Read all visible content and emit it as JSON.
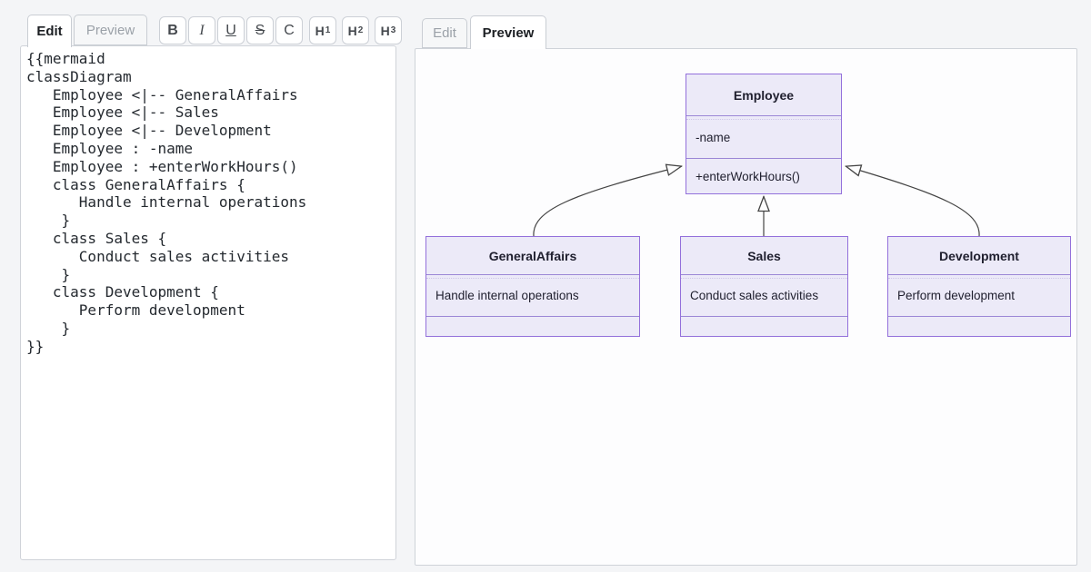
{
  "editor": {
    "tabs": [
      {
        "label": "Edit",
        "active": true
      },
      {
        "label": "Preview",
        "active": false
      }
    ],
    "toolbar": [
      {
        "name": "bold",
        "label": "B"
      },
      {
        "name": "italic",
        "label": "I"
      },
      {
        "name": "underline",
        "label": "U"
      },
      {
        "name": "strikethrough",
        "label": "S"
      },
      {
        "name": "code",
        "label": "C"
      },
      {
        "name": "heading-1",
        "label": "H",
        "sub": "1"
      },
      {
        "name": "heading-2",
        "label": "H",
        "sub": "2"
      },
      {
        "name": "heading-3",
        "label": "H",
        "sub": "3"
      }
    ],
    "content": "{{mermaid\nclassDiagram\n   Employee <|-- GeneralAffairs\n   Employee <|-- Sales\n   Employee <|-- Development\n   Employee : -name\n   Employee : +enterWorkHours()\n   class GeneralAffairs {\n      Handle internal operations\n    }\n   class Sales {\n      Conduct sales activities\n    }\n   class Development {\n      Perform development\n    }\n}}"
  },
  "preview": {
    "tabs": [
      {
        "label": "Edit",
        "active": false
      },
      {
        "label": "Preview",
        "active": true
      }
    ],
    "diagram": {
      "type": "mermaid-class-diagram",
      "classes": [
        {
          "name": "Employee",
          "attributes": [
            "-name"
          ],
          "methods": [
            "+enterWorkHours()"
          ]
        },
        {
          "name": "GeneralAffairs",
          "members": [
            "Handle internal operations"
          ]
        },
        {
          "name": "Sales",
          "members": [
            "Conduct sales activities"
          ]
        },
        {
          "name": "Development",
          "members": [
            "Perform development"
          ]
        }
      ],
      "relations": [
        {
          "from": "GeneralAffairs",
          "to": "Employee",
          "type": "inheritance"
        },
        {
          "from": "Sales",
          "to": "Employee",
          "type": "inheritance"
        },
        {
          "from": "Development",
          "to": "Employee",
          "type": "inheritance"
        }
      ],
      "colors": {
        "node_fill": "#ECEAF8",
        "node_border": "#9370DB",
        "edge_line": "#444444",
        "arrowhead_fill": "#FDFDFE"
      }
    }
  }
}
